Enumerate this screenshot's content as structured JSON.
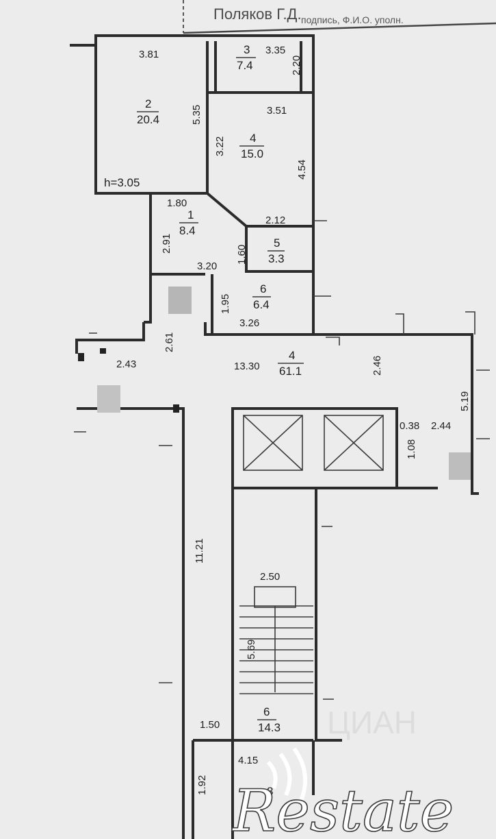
{
  "header": {
    "name": "Поляков Г.Д.",
    "caption": "подпись, Ф.И.О. уполн."
  },
  "ceiling_height": "h=3.05",
  "rooms": [
    {
      "number": "2",
      "area": "20.4"
    },
    {
      "number": "3",
      "area": "7.4"
    },
    {
      "number": "4",
      "area": "15.0"
    },
    {
      "number": "1",
      "area": "8.4"
    },
    {
      "number": "5",
      "area": "3.3"
    },
    {
      "number": "6",
      "area": "6.4"
    },
    {
      "number": "4",
      "area": "61.1"
    },
    {
      "number": "6",
      "area": "14.3"
    },
    {
      "number": "8",
      "area": ""
    }
  ],
  "dimensions": [
    "3.81",
    "3.35",
    "2.20",
    "5.35",
    "3.51",
    "3.22",
    "4.54",
    "1.80",
    "2.12",
    "2.91",
    "1.60",
    "3.20",
    "1.95",
    "3.26",
    "2.61",
    "2.43",
    "13.30",
    "2.46",
    "5.19",
    "0.38",
    "2.44",
    "1.08",
    "11.21",
    "2.50",
    "5.69",
    "1.50",
    "4.15",
    "1.92"
  ],
  "watermark": {
    "brand": "Restate",
    "faint": "ЦИАН"
  }
}
